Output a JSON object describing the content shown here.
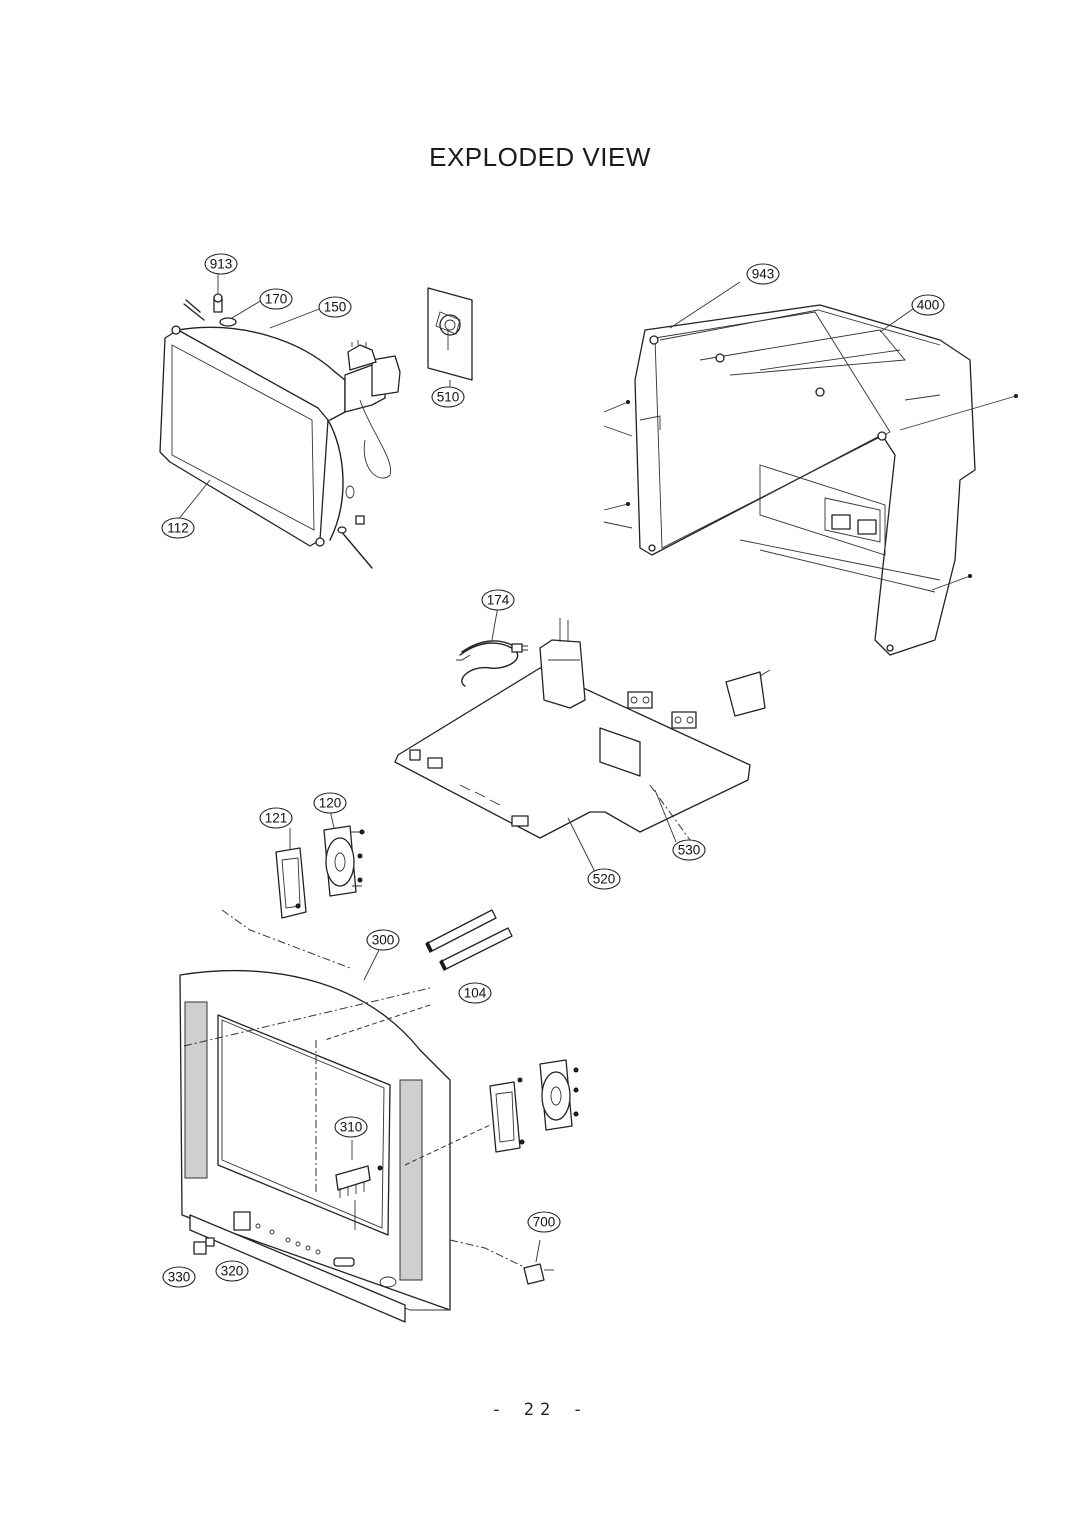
{
  "title": "EXPLODED VIEW",
  "page_number": "- 22 -",
  "parts": [
    {
      "id": "p913",
      "number": "913"
    },
    {
      "id": "p170",
      "number": "170"
    },
    {
      "id": "p150",
      "number": "150"
    },
    {
      "id": "p510",
      "number": "510"
    },
    {
      "id": "p112",
      "number": "112"
    },
    {
      "id": "p943",
      "number": "943"
    },
    {
      "id": "p400",
      "number": "400"
    },
    {
      "id": "p174",
      "number": "174"
    },
    {
      "id": "p120",
      "number": "120"
    },
    {
      "id": "p121",
      "number": "121"
    },
    {
      "id": "p530",
      "number": "530"
    },
    {
      "id": "p520",
      "number": "520"
    },
    {
      "id": "p300",
      "number": "300"
    },
    {
      "id": "p104",
      "number": "104"
    },
    {
      "id": "p310",
      "number": "310"
    },
    {
      "id": "p700",
      "number": "700"
    },
    {
      "id": "p330",
      "number": "330"
    },
    {
      "id": "p320",
      "number": "320"
    }
  ]
}
